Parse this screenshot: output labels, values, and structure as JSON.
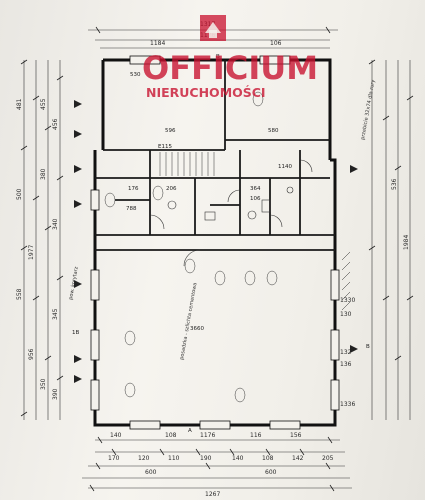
{
  "logo": {
    "title": "OFFICIUM",
    "subtitle": "NIERUCHOMOŚCI",
    "color": "#c8102e"
  },
  "top_dims": [
    "1317",
    "1176",
    "106",
    "1184"
  ],
  "bottom_dims": {
    "inner": [
      "1176",
      "140",
      "108",
      "116",
      "156"
    ],
    "segments": [
      "170",
      "120",
      "110",
      "190",
      "140",
      "108",
      "142",
      "205"
    ],
    "halves": [
      "600",
      "600"
    ],
    "total": "1267"
  },
  "left_dims": [
    "481",
    "500",
    "558",
    "1977",
    "956",
    "455",
    "380",
    "350",
    "456",
    "340",
    "345",
    "390"
  ],
  "right_dims": [
    "1984",
    "536",
    "1336",
    "1330",
    "130",
    "132",
    "136"
  ],
  "rooms": {
    "r1": "530",
    "r2": "596",
    "r3": "580",
    "r4": "3660",
    "r5": "E115",
    "r6": "176",
    "r7": "206",
    "r8": "788",
    "r9": "364",
    "r10": "1140",
    "r11": "106"
  },
  "notes": {
    "right_vertical": "przebicie 32x74 dla rury",
    "center_vertical": "posadzka - szlichta cementowa",
    "left_vertical": "pow. korytarz"
  },
  "section_marks": [
    "A",
    "B",
    "1B",
    "B"
  ]
}
